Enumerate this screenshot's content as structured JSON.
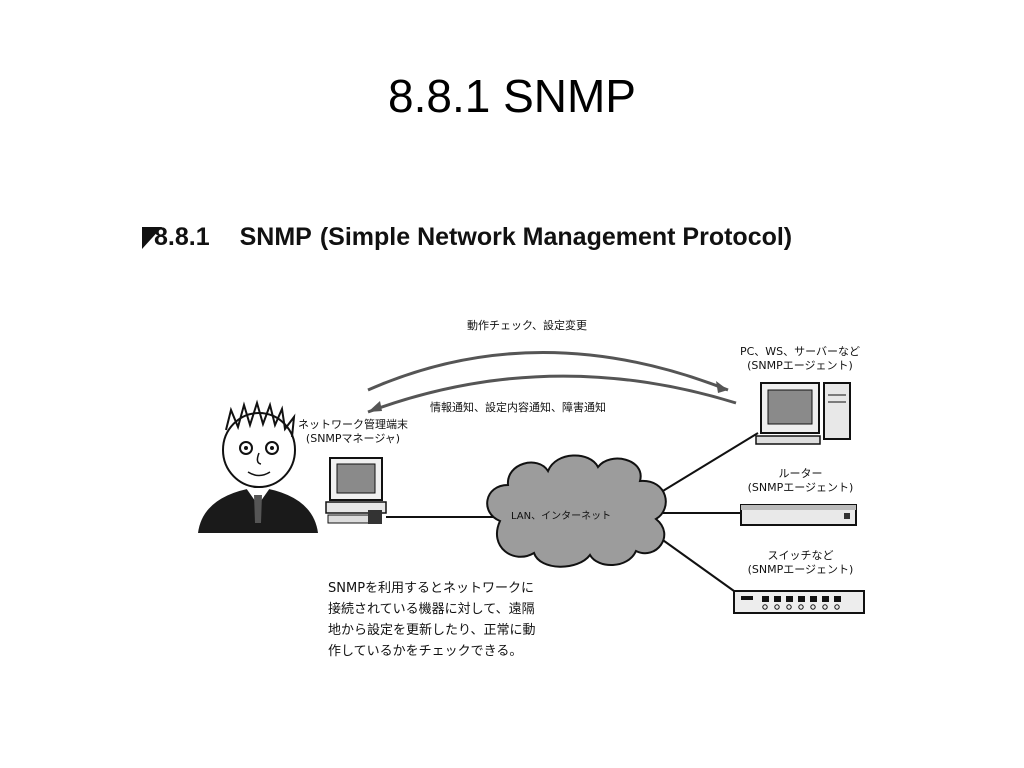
{
  "slide": {
    "title": "8.8.1 SNMP"
  },
  "figure": {
    "header": {
      "number": "8.8.1",
      "name": "SNMP",
      "full_name": "(Simple Network Management Protocol)"
    },
    "manager": {
      "label_line1": "ネットワーク管理端末",
      "label_line2": "(SNMPマネージャ)"
    },
    "arrow_top_label": "動作チェック、設定変更",
    "arrow_bottom_label": "情報通知、設定内容通知、障害通知",
    "network_label": "LAN、インターネット",
    "agents": [
      {
        "line1": "PC、WS、サーバーなど",
        "line2": "(SNMPエージェント)"
      },
      {
        "line1": "ルーター",
        "line2": "(SNMPエージェント)"
      },
      {
        "line1": "スイッチなど",
        "line2": "(SNMPエージェント)"
      }
    ],
    "description": "SNMPを利用するとネットワークに\n接続されている機器に対して、遠隔\n地から設定を更新したり、正常に動\n作しているかをチェックできる。"
  }
}
